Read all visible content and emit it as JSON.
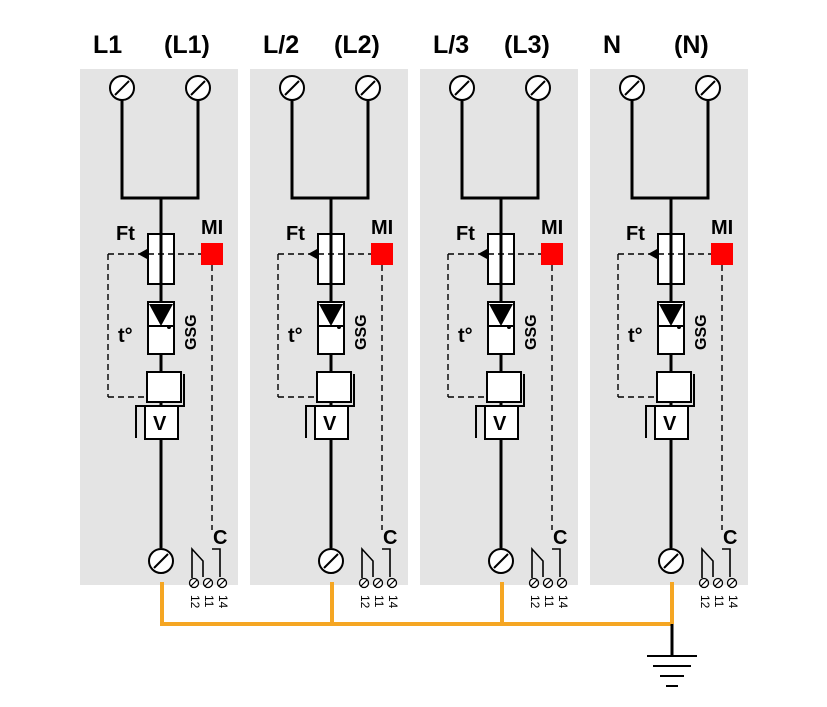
{
  "modules": [
    {
      "id": "l1",
      "left_label": "L1",
      "right_label": "(L1)"
    },
    {
      "id": "l2",
      "left_label": "L/2",
      "right_label": "(L2)"
    },
    {
      "id": "l3",
      "left_label": "L/3",
      "right_label": "(L3)"
    },
    {
      "id": "n",
      "left_label": "N",
      "right_label": "(N)"
    }
  ],
  "component_labels": {
    "fuse": "Ft",
    "indicator": "MI",
    "thermal": "t°",
    "gsg": "GSG",
    "varistor": "V",
    "contact": "C"
  },
  "contact_terminals": [
    "12",
    "11",
    "14"
  ],
  "colors": {
    "module_bg": "#e4e4e4",
    "indicator": "#ff0000",
    "earth_wire": "#f5a623",
    "line": "#000000"
  }
}
